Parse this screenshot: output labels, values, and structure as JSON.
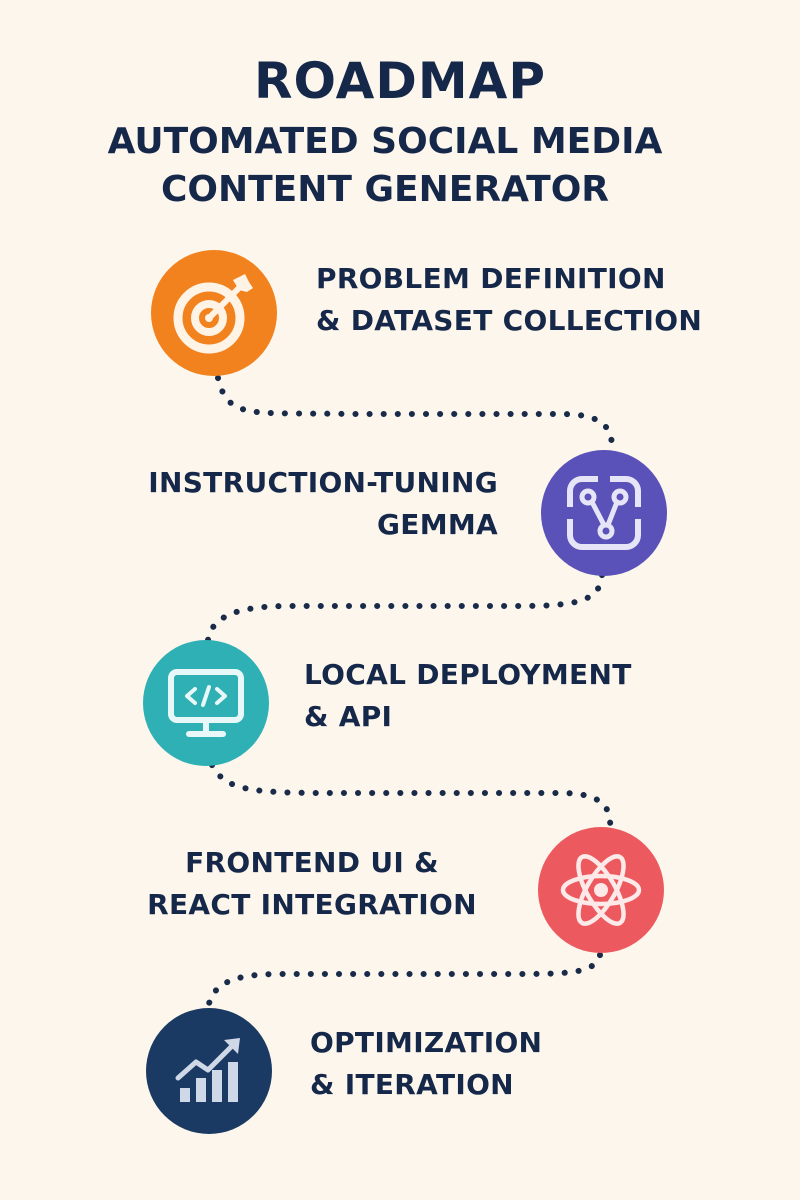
{
  "header": {
    "title": "ROADMAP",
    "subtitle_line1": "AUTOMATED SOCIAL MEDIA",
    "subtitle_line2": "CONTENT GENERATOR"
  },
  "steps": [
    {
      "line1": "PROBLEM DEFINITION",
      "line2": "& DATASET COLLECTION",
      "icon": "target-icon",
      "color": "#f2821e"
    },
    {
      "line1": "INSTRUCTION-TUNING",
      "line2": "GEMMA",
      "icon": "git-branch-icon",
      "color": "#5a52b8"
    },
    {
      "line1": "LOCAL DEPLOYMENT",
      "line2": "& API",
      "icon": "monitor-code-icon",
      "color": "#2fb0b4"
    },
    {
      "line1": "FRONTEND UI &",
      "line2": "REACT INTEGRATION",
      "icon": "react-atom-icon",
      "color": "#ec5a5f"
    },
    {
      "line1": "OPTIMIZATION",
      "line2": "& ITERATION",
      "icon": "growth-chart-icon",
      "color": "#1b3a63"
    }
  ],
  "path_color": "#1a2b4a"
}
